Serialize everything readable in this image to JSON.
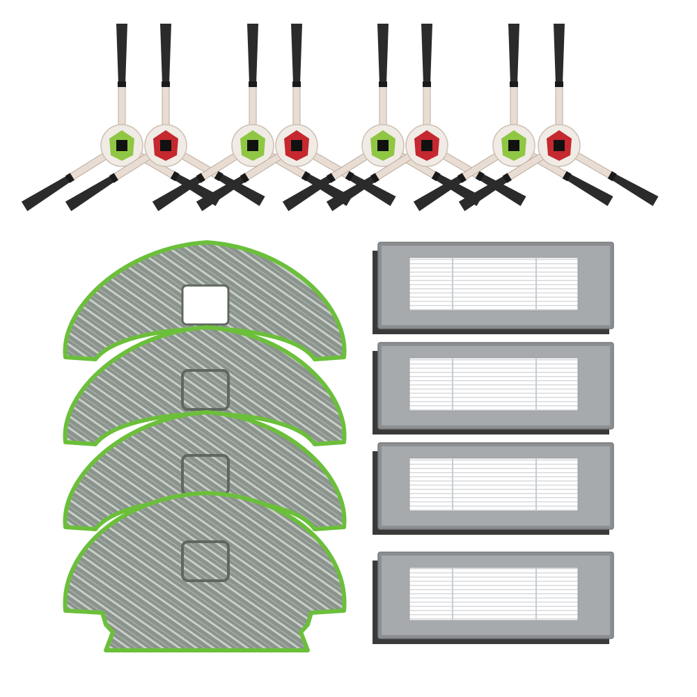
{
  "scene": {
    "background": "#ffffff",
    "description_items": [
      "side-brush",
      "mop-pad",
      "hepa-filter"
    ]
  },
  "colors": {
    "bristle": "#2b2b2b",
    "arm": "#e9ddd3",
    "arm_edge": "#b9aca0",
    "hub_green": "#8fc744",
    "hub_red": "#c5282f",
    "hub_socket": "#111111",
    "mop_fill": "#8a938c",
    "mop_stripe": "#c9cfc9",
    "mop_edge": "#6bbf3a",
    "filter_frame": "#8c8f92",
    "filter_frame_light": "#a7aaad",
    "filter_sponge": "#3a3a3a",
    "filter_pleat": "#ffffff",
    "filter_pleat_line": "#d7d9dc"
  },
  "brushes": [
    {
      "hub": "green"
    },
    {
      "hub": "red"
    },
    {
      "hub": "green"
    },
    {
      "hub": "red"
    },
    {
      "hub": "green"
    },
    {
      "hub": "red"
    },
    {
      "hub": "green"
    },
    {
      "hub": "red"
    }
  ],
  "mop_pads": [
    {
      "hole": "open"
    },
    {
      "hole": "outline"
    },
    {
      "hole": "outline"
    },
    {
      "hole": "outline"
    }
  ],
  "filters": [
    {
      "item": "filter"
    },
    {
      "item": "filter"
    },
    {
      "item": "filter"
    },
    {
      "item": "filter"
    }
  ]
}
